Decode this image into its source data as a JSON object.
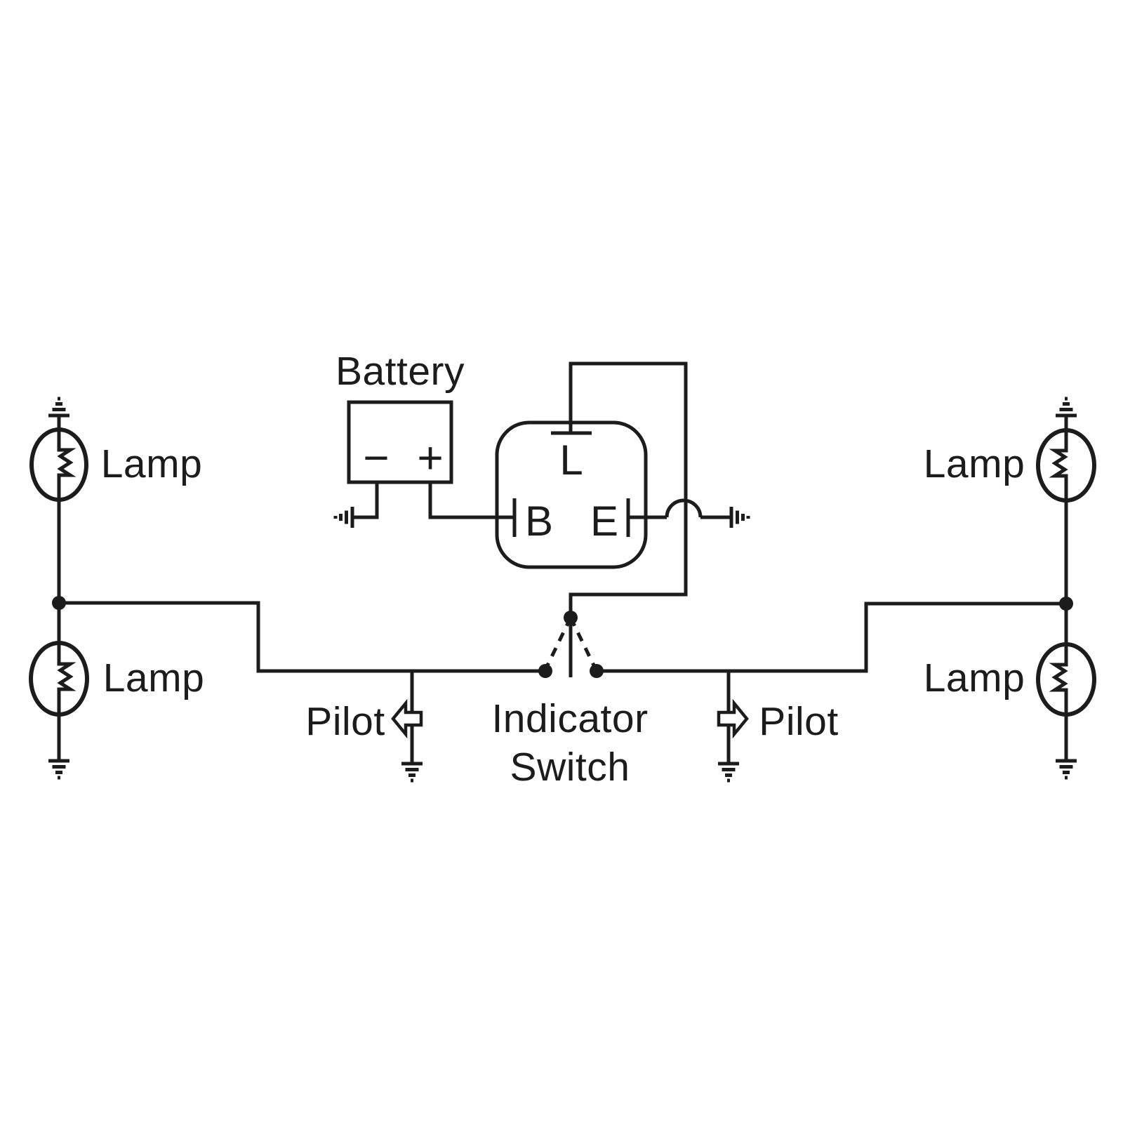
{
  "diagram": {
    "battery": {
      "label": "Battery",
      "negative_symbol": "−",
      "positive_symbol": "+"
    },
    "relay": {
      "terminal_l": "L",
      "terminal_b": "B",
      "terminal_e": "E"
    },
    "switch": {
      "label_line1": "Indicator",
      "label_line2": "Switch"
    },
    "pilot_left": {
      "label": "Pilot"
    },
    "pilot_right": {
      "label": "Pilot"
    },
    "lamps": {
      "top_left": "Lamp",
      "bottom_left": "Lamp",
      "top_right": "Lamp",
      "bottom_right": "Lamp"
    },
    "icons": {
      "ground": "ground-icon",
      "pilot_left_arrow": "arrow-left-icon",
      "pilot_right_arrow": "arrow-right-icon"
    },
    "colors": {
      "line": "#1c1c1c",
      "background": "#ffffff"
    }
  }
}
